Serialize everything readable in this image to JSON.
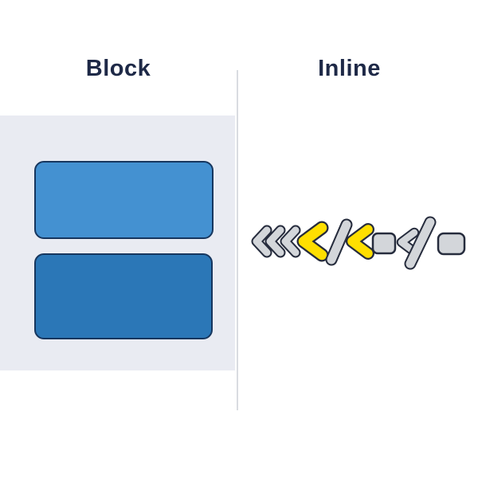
{
  "header": {
    "left_title": "Block",
    "right_title": "Inline"
  },
  "colors": {
    "background": "#ffffff",
    "title": "#1e2947",
    "divider": "#d9dce1",
    "panel-bg": "#e9ebf2",
    "block-light": "#4491d1",
    "block-dark": "#2b77b7",
    "block-border": "#16365e",
    "glyph-gray": "#d3d6da",
    "glyph-yellow": "#ffdf00",
    "glyph-outline": "#262c3d"
  },
  "block_panel": {
    "description": "light panel containing two stacked full-width block elements",
    "blocks": [
      {
        "name": "block-element-1",
        "color": "#4491d1"
      },
      {
        "name": "block-element-2",
        "color": "#2b77b7"
      }
    ]
  },
  "inline_row": {
    "description": "horizontal row of inline code-tag glyphs",
    "glyphs": [
      {
        "name": "chevron-left",
        "color": "gray"
      },
      {
        "name": "chevron-left",
        "color": "gray"
      },
      {
        "name": "chevron-left",
        "color": "gray"
      },
      {
        "name": "chevron-left-large",
        "color": "yellow"
      },
      {
        "name": "slash",
        "color": "gray"
      },
      {
        "name": "chevron-left-large",
        "color": "yellow"
      },
      {
        "name": "rounded-square",
        "color": "gray"
      },
      {
        "name": "chevron-left-small",
        "color": "gray"
      },
      {
        "name": "slash-tall",
        "color": "gray"
      },
      {
        "name": "rounded-rectangle",
        "color": "gray"
      }
    ]
  }
}
